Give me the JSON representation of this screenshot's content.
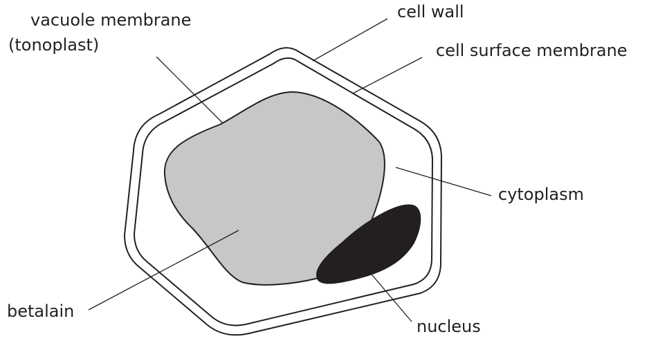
{
  "labels": {
    "vacuole_membrane_line1": "vacuole membrane",
    "vacuole_membrane_line2": "(tonoplast)",
    "cell_wall": "cell wall",
    "cell_surface_membrane": "cell surface membrane",
    "cytoplasm": "cytoplasm",
    "betalain": "betalain",
    "nucleus": "nucleus"
  },
  "colors": {
    "outline": "#231f20",
    "vacuole_fill": "#c6c7c9",
    "nucleus_fill": "#231f20",
    "cell_fill": "#ffffff"
  }
}
